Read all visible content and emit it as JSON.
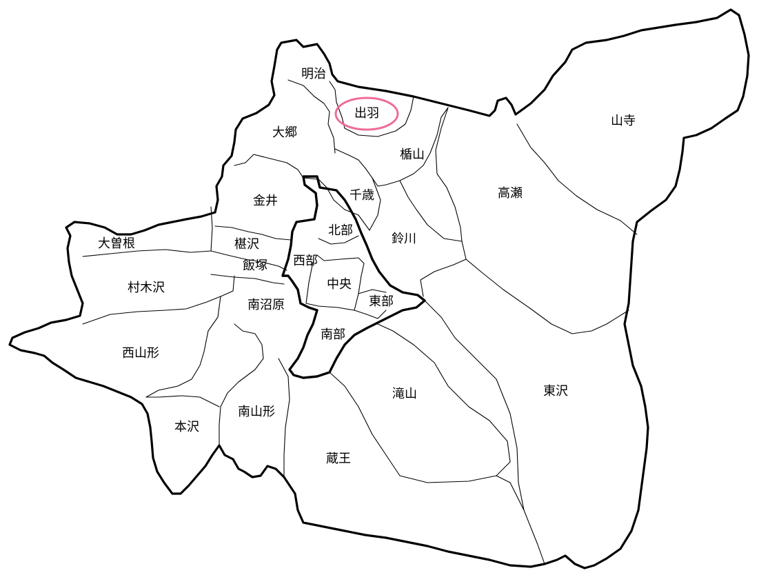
{
  "map": {
    "highlight_color": "#ef6b9a",
    "highlighted_district": "出羽",
    "districts": [
      {
        "id": "meiji",
        "name": "明治"
      },
      {
        "id": "dewa",
        "name": "出羽"
      },
      {
        "id": "yamadera",
        "name": "山寺"
      },
      {
        "id": "ogo",
        "name": "大郷"
      },
      {
        "id": "tateyama",
        "name": "楯山"
      },
      {
        "id": "takase",
        "name": "高瀬"
      },
      {
        "id": "kanai",
        "name": "金井"
      },
      {
        "id": "chitose",
        "name": "千歳"
      },
      {
        "id": "hokubu",
        "name": "北部"
      },
      {
        "id": "suzukawa",
        "name": "鈴川"
      },
      {
        "id": "osone",
        "name": "大曽根"
      },
      {
        "id": "tsukinokizawa",
        "name": "椹沢"
      },
      {
        "id": "seibu",
        "name": "西部"
      },
      {
        "id": "iizuka",
        "name": "飯塚"
      },
      {
        "id": "murakizawa",
        "name": "村木沢"
      },
      {
        "id": "chuo",
        "name": "中央"
      },
      {
        "id": "minaminumahara",
        "name": "南沼原"
      },
      {
        "id": "tobu",
        "name": "東部"
      },
      {
        "id": "nanbu",
        "name": "南部"
      },
      {
        "id": "nishiyamagata",
        "name": "西山形"
      },
      {
        "id": "higashizawa",
        "name": "東沢"
      },
      {
        "id": "takiyama",
        "name": "滝山"
      },
      {
        "id": "minamiyamagata",
        "name": "南山形"
      },
      {
        "id": "motozawa",
        "name": "本沢"
      },
      {
        "id": "zao",
        "name": "蔵王"
      }
    ]
  }
}
